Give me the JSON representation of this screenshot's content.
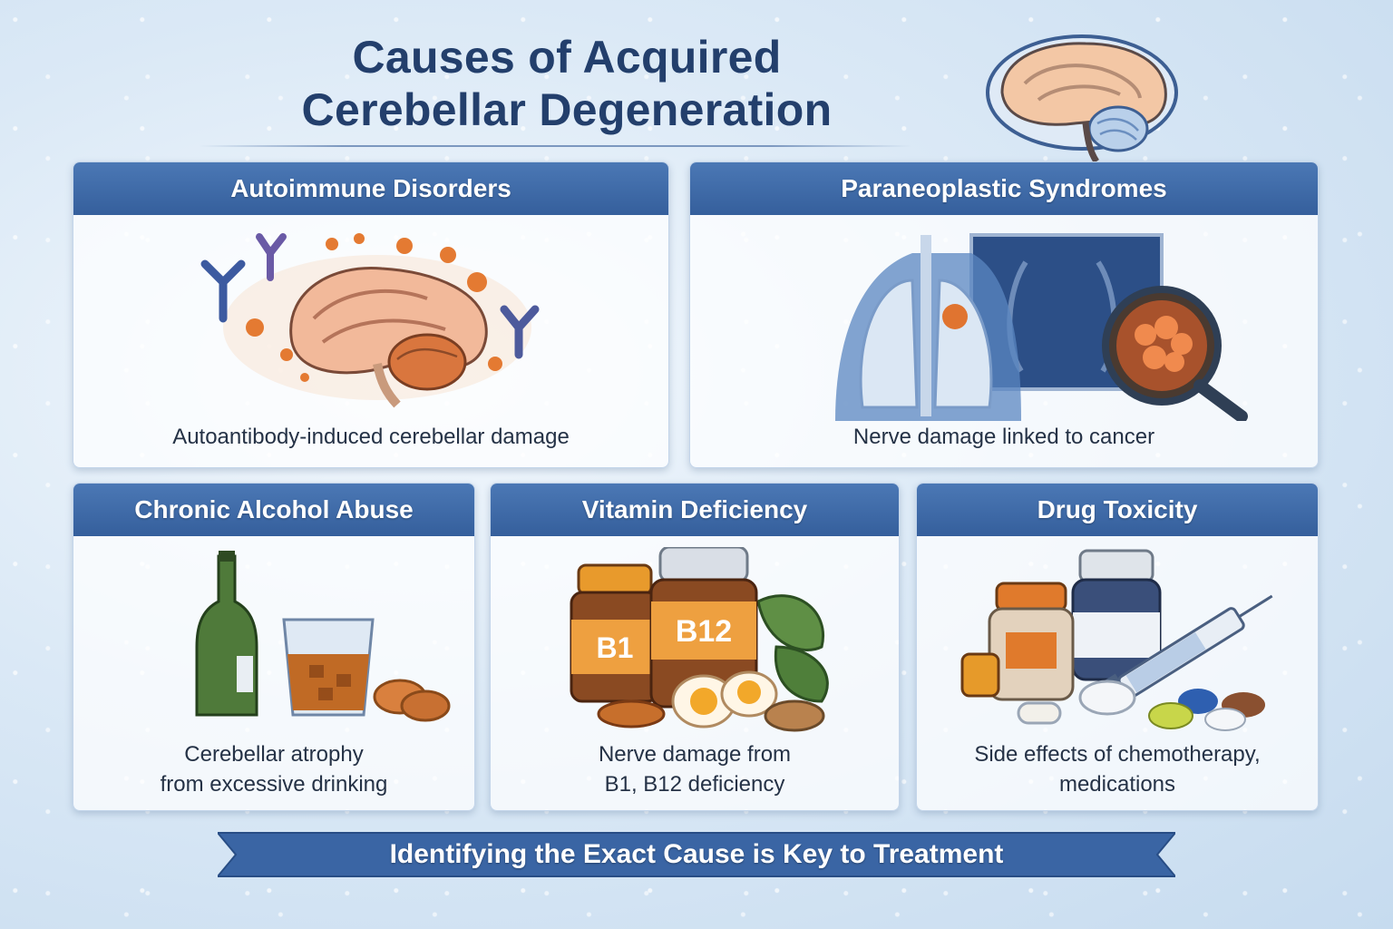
{
  "title": {
    "line1": "Causes of Acquired",
    "line2": "Cerebellar Degeneration"
  },
  "cards": {
    "autoimmune": {
      "heading": "Autoimmune Disorders",
      "caption": "Autoantibody-induced cerebellar damage",
      "icon": "brain-antibodies-icon"
    },
    "paraneoplastic": {
      "heading": "Paraneoplastic Syndromes",
      "caption": "Nerve damage linked to cancer",
      "icon": "lungs-tumor-magnifier-icon"
    },
    "alcohol": {
      "heading": "Chronic Alcohol Abuse",
      "caption_line1": "Cerebellar atrophy",
      "caption_line2": "from excessive drinking",
      "icon": "bottle-glass-icon"
    },
    "vitamin": {
      "heading": "Vitamin Deficiency",
      "caption_line1": "Nerve damage from",
      "caption_line2": "B1, B12 deficiency",
      "jar1_label": "B1",
      "jar2_label": "B12",
      "icon": "vitamin-jars-icon"
    },
    "drug": {
      "heading": "Drug Toxicity",
      "caption_line1": "Side effects of chemotherapy,",
      "caption_line2": "medications",
      "icon": "pills-syringe-icon"
    }
  },
  "banner": {
    "text": "Identifying the Exact Cause is Key to Treatment"
  },
  "colors": {
    "navy": "#233f6c",
    "header_blue": "#3f6aa8",
    "accent_orange": "#e0772f"
  }
}
